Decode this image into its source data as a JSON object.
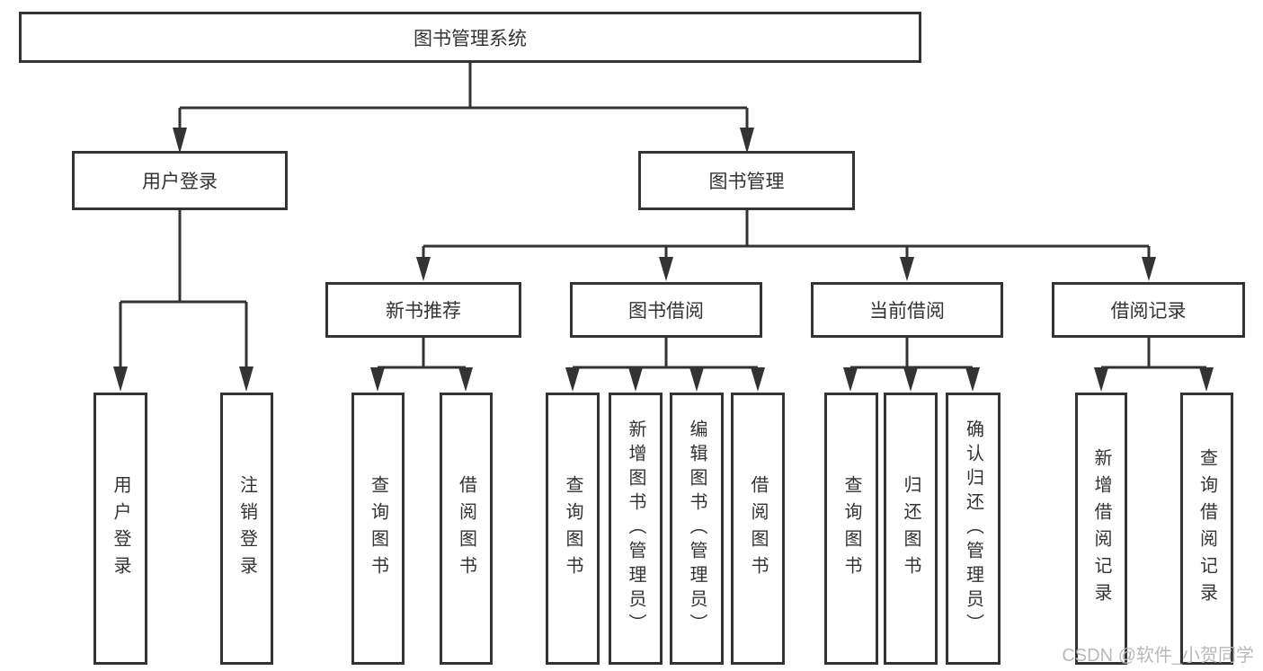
{
  "diagram": {
    "root": {
      "label": "图书管理系统"
    },
    "level1": [
      {
        "label": "用户登录"
      },
      {
        "label": "图书管理"
      }
    ],
    "level2": [
      {
        "label": "新书推荐"
      },
      {
        "label": "图书借阅"
      },
      {
        "label": "当前借阅"
      },
      {
        "label": "借阅记录"
      }
    ],
    "leaves": {
      "login": [
        "用户登录",
        "注销登录"
      ],
      "newbook": [
        "查询图书",
        "借阅图书"
      ],
      "borrow": [
        "查询图书",
        "新增图书（管理员）",
        "编辑图书（管理员）",
        "借阅图书"
      ],
      "current": [
        "查询图书",
        "归还图书",
        "确认归还（管理员）"
      ],
      "records": [
        "新增借阅记录",
        "查询借阅记录"
      ]
    }
  },
  "watermark": {
    "text": "CSDN @软件_小贺同学"
  },
  "colors": {
    "line": "#333333",
    "text": "#333333",
    "box_background": "#ffffff",
    "watermark": "#b9b9b9",
    "page_background": "#ffffff"
  }
}
